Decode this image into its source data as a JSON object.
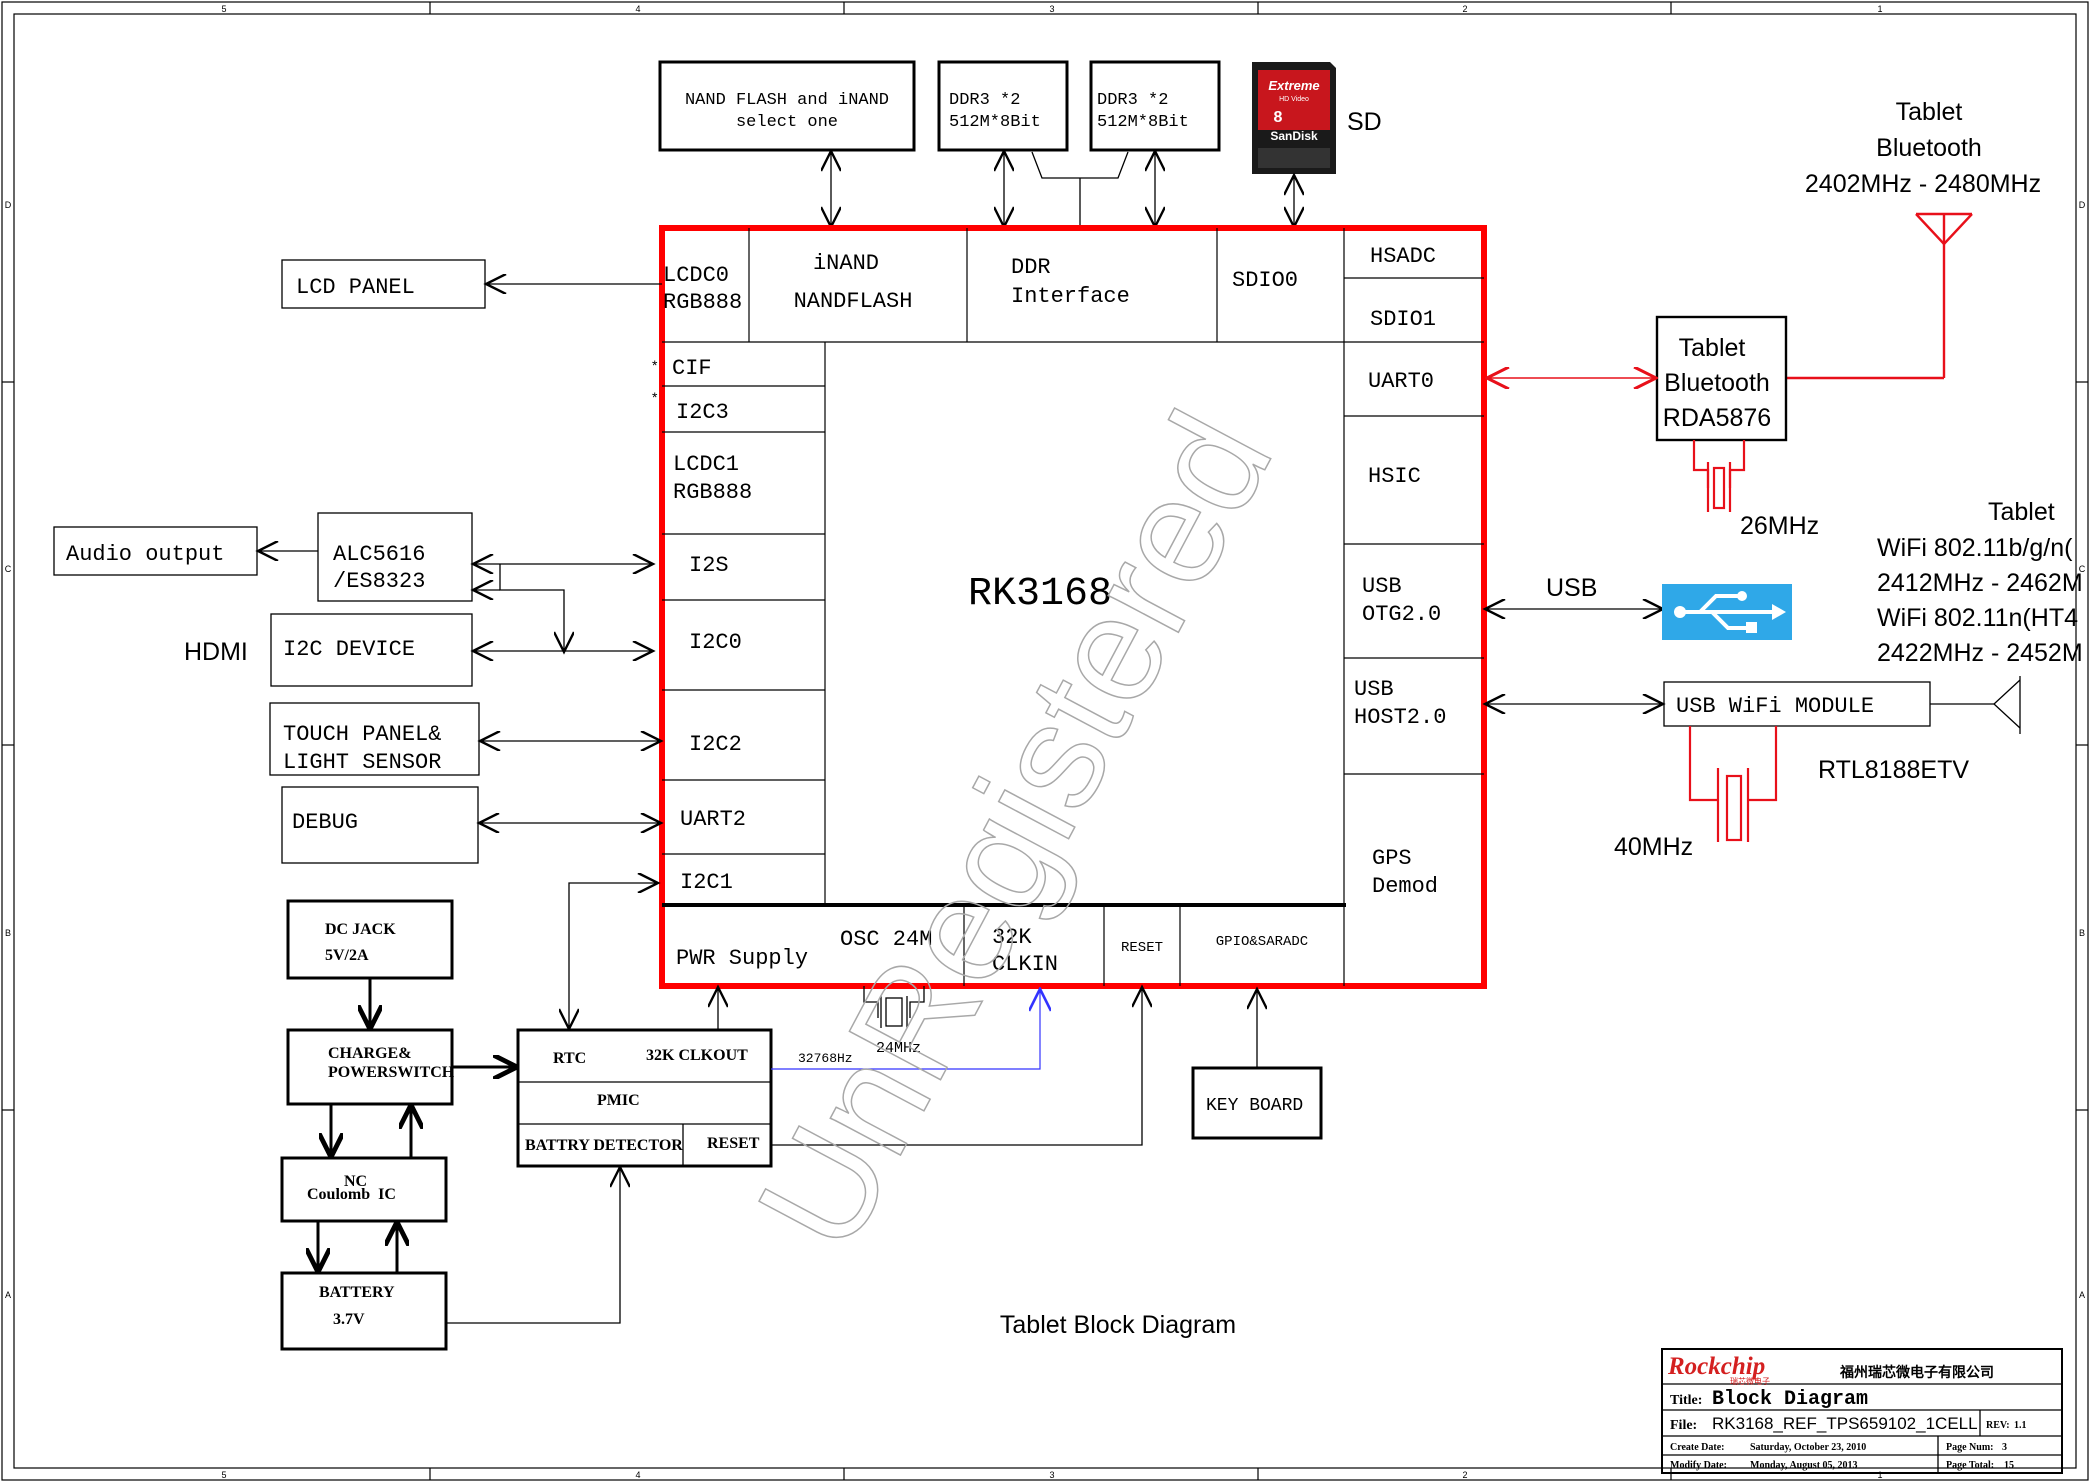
{
  "border": {
    "col_top": [
      "5",
      "4",
      "3",
      "2",
      "1"
    ],
    "col_bottom": [
      "5",
      "4",
      "3",
      "2",
      "1"
    ],
    "row_left": [
      "D",
      "C",
      "B",
      "A"
    ],
    "row_right": [
      "D",
      "C",
      "B",
      "A"
    ]
  },
  "top": {
    "nand_line1": "NAND FLASH and iNAND",
    "nand_line2": "select one",
    "ddr_a_line1": "DDR3 *2",
    "ddr_a_line2": "512M*8Bit",
    "ddr_b_line1": "DDR3 *2",
    "ddr_b_line2": "512M*8Bit",
    "sd_label": "SD",
    "sd_card_brand": "SanDisk",
    "sd_card_series": "Extreme",
    "sd_card_cap": "8",
    "sd_card_sub": "HD Video"
  },
  "soc": {
    "name": "RK3168",
    "lcdc0_1": "LCDC0",
    "lcdc0_2": "RGB888",
    "inand_1": "iNAND",
    "inand_2": "NANDFLASH",
    "ddr_1": "DDR",
    "ddr_2": "Interface",
    "sdio0": "SDIO0",
    "hsadc": "HSADC",
    "sdio1": "SDIO1",
    "uart0": "UART0",
    "hsic": "HSIC",
    "usb_otg_1": "USB",
    "usb_otg_2": "OTG2.0",
    "usb_host_1": "USB",
    "usb_host_2": "HOST2.0",
    "gps_1": "GPS",
    "gps_2": "Demod",
    "cif": "CIF",
    "i2c3": "I2C3",
    "lcdc1_1": "LCDC1",
    "lcdc1_2": "RGB888",
    "i2s": "I2S",
    "i2c0": "I2C0",
    "i2c2": "I2C2",
    "uart2": "UART2",
    "i2c1": "I2C1",
    "pwr": "PWR Supply",
    "osc": "OSC 24M",
    "clk_1": "32K",
    "clk_2": "CLKIN",
    "reset": "RESET",
    "gpio": "GPIO&SARADC"
  },
  "left": {
    "lcd_panel": "LCD PANEL",
    "audio_output": "Audio output",
    "codec_1": "ALC5616",
    "codec_2": "/ES8323",
    "hdmi": "HDMI",
    "i2c_device": "I2C DEVICE",
    "touch_1": "TOUCH PANEL&",
    "touch_2": "LIGHT SENSOR",
    "debug": "DEBUG"
  },
  "power": {
    "dc_1": "DC JACK",
    "dc_2": "5V/2A",
    "charge_1": "CHARGE&",
    "charge_2": "POWERSWITCH",
    "nc": "NC",
    "coulomb": "Coulomb  IC",
    "battery_1": "BATTERY",
    "battery_2": "3.7V",
    "rtc": "RTC",
    "clkout": "32K CLKOUT",
    "pmic": "PMIC",
    "detector": "BATTRY DETECTOR",
    "pmic_reset": "RESET",
    "freq_32k": "32768Hz",
    "freq_24m": "24MHz",
    "keyboard": "KEY BOARD"
  },
  "right": {
    "bt_title_1": "Tablet",
    "bt_title_2": "Bluetooth",
    "bt_title_3": "2402MHz - 2480MHz",
    "bt_chip_1": "Tablet",
    "bt_chip_2": "Bluetooth",
    "bt_chip_3": "RDA5876",
    "bt_xtal": "26MHz",
    "usb": "USB",
    "wifi_title_1": "Tablet",
    "wifi_title_2": "WiFi 802.11b/g/n(",
    "wifi_title_3": "2412MHz - 2462M",
    "wifi_title_4": "WiFi 802.11n(HT4",
    "wifi_title_5": "2422MHz - 2452M",
    "wifi_module": "USB WiFi MODULE",
    "wifi_chip": "RTL8188ETV",
    "wifi_xtal": "40MHz"
  },
  "diagram_title": "Tablet Block Diagram",
  "watermark": "UnRegistered",
  "title_block": {
    "logo": "Rockchip",
    "logo_sub": "瑞芯微电子",
    "company": "福州瑞芯微电子有限公司",
    "title_label": "Title:",
    "title_value": "Block Diagram",
    "file_label": "File:",
    "file_value": "RK3168_REF_TPS659102_1CELL",
    "rev_label": "REV:",
    "rev_value": "1.1",
    "create_label": "Create Date:",
    "create_value": "Saturday, October 23, 2010",
    "page_num_label": "Page Num:",
    "page_num_value": "3",
    "modify_label": "Modify Date:",
    "modify_value": "Monday, August 05, 2013",
    "page_total_label": "Page Total:",
    "page_total_value": "15"
  },
  "colors": {
    "soc_outline": "#ff0000",
    "uart_link": "#e8101a",
    "clk_link": "#3333ff",
    "usb_icon_bg": "#2fa8e8",
    "logo": "#d42020"
  }
}
